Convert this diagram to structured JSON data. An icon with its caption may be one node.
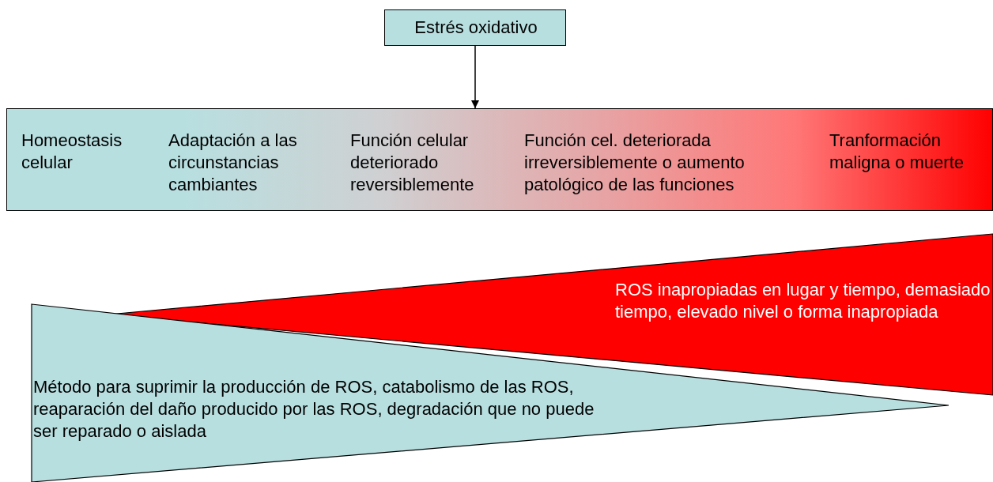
{
  "diagram": {
    "nodes": [
      {
        "text": [
          "Estrés oxidativo"
        ]
      },
      {
        "text": [
          "Homeostasis celular",
          "Adaptación a las circunstancias cambiantes",
          "Función celular deteriorado reversiblemente",
          "Función cel. deteriorada irreversiblemente o aumento patológico de las funciones",
          "Tranformación maligna o muerte"
        ]
      },
      {
        "text": [
          "ROS inapropiadas en lugar y tiempo, demasiado tiempo, elevado nivel o forma inapropiada"
        ]
      },
      {
        "text": [
          "Método para suprimir la producción de ROS, catabolismo de las ROS, reaparación del daño producido por las ROS, degradación que no puede ser reparado o aislada"
        ]
      }
    ],
    "edges": [
      {
        "from": 0,
        "to": 1,
        "arrow": "to"
      }
    ]
  }
}
